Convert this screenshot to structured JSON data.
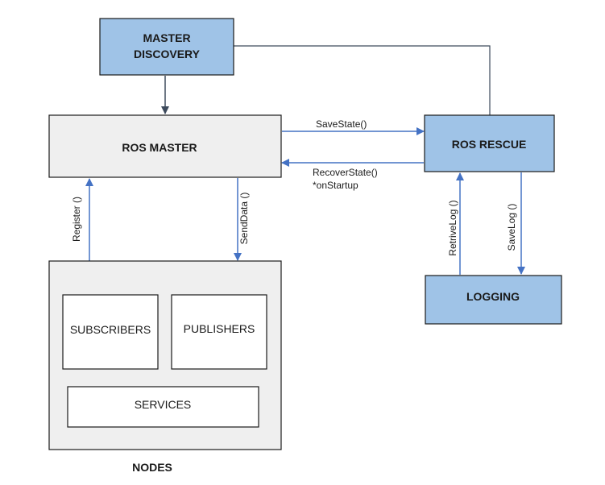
{
  "colors": {
    "blue_fill": "#9fc3e7",
    "grey_fill": "#efefef",
    "white_fill": "#ffffff",
    "border": "#1a1a1a",
    "arrow_blue": "#4472c4",
    "arrow_dark": "#3d4a5c"
  },
  "boxes": {
    "master_discovery": {
      "line1": "MASTER",
      "line2": "DISCOVERY"
    },
    "ros_master": "ROS MASTER",
    "ros_rescue": "ROS RESCUE",
    "logging": "LOGGING",
    "nodes": {
      "caption": "NODES",
      "subscribers": "SUBSCRIBERS",
      "publishers": "PUBLISHERS",
      "services": "SERVICES"
    }
  },
  "edges": {
    "save_state": "SaveState()",
    "recover_state": "RecoverState()",
    "recover_state_note": "*onStartup",
    "register": "Register ()",
    "send_data": "SendData ()",
    "retrive_log": "RetriveLog ()",
    "save_log": "SaveLog ()"
  }
}
